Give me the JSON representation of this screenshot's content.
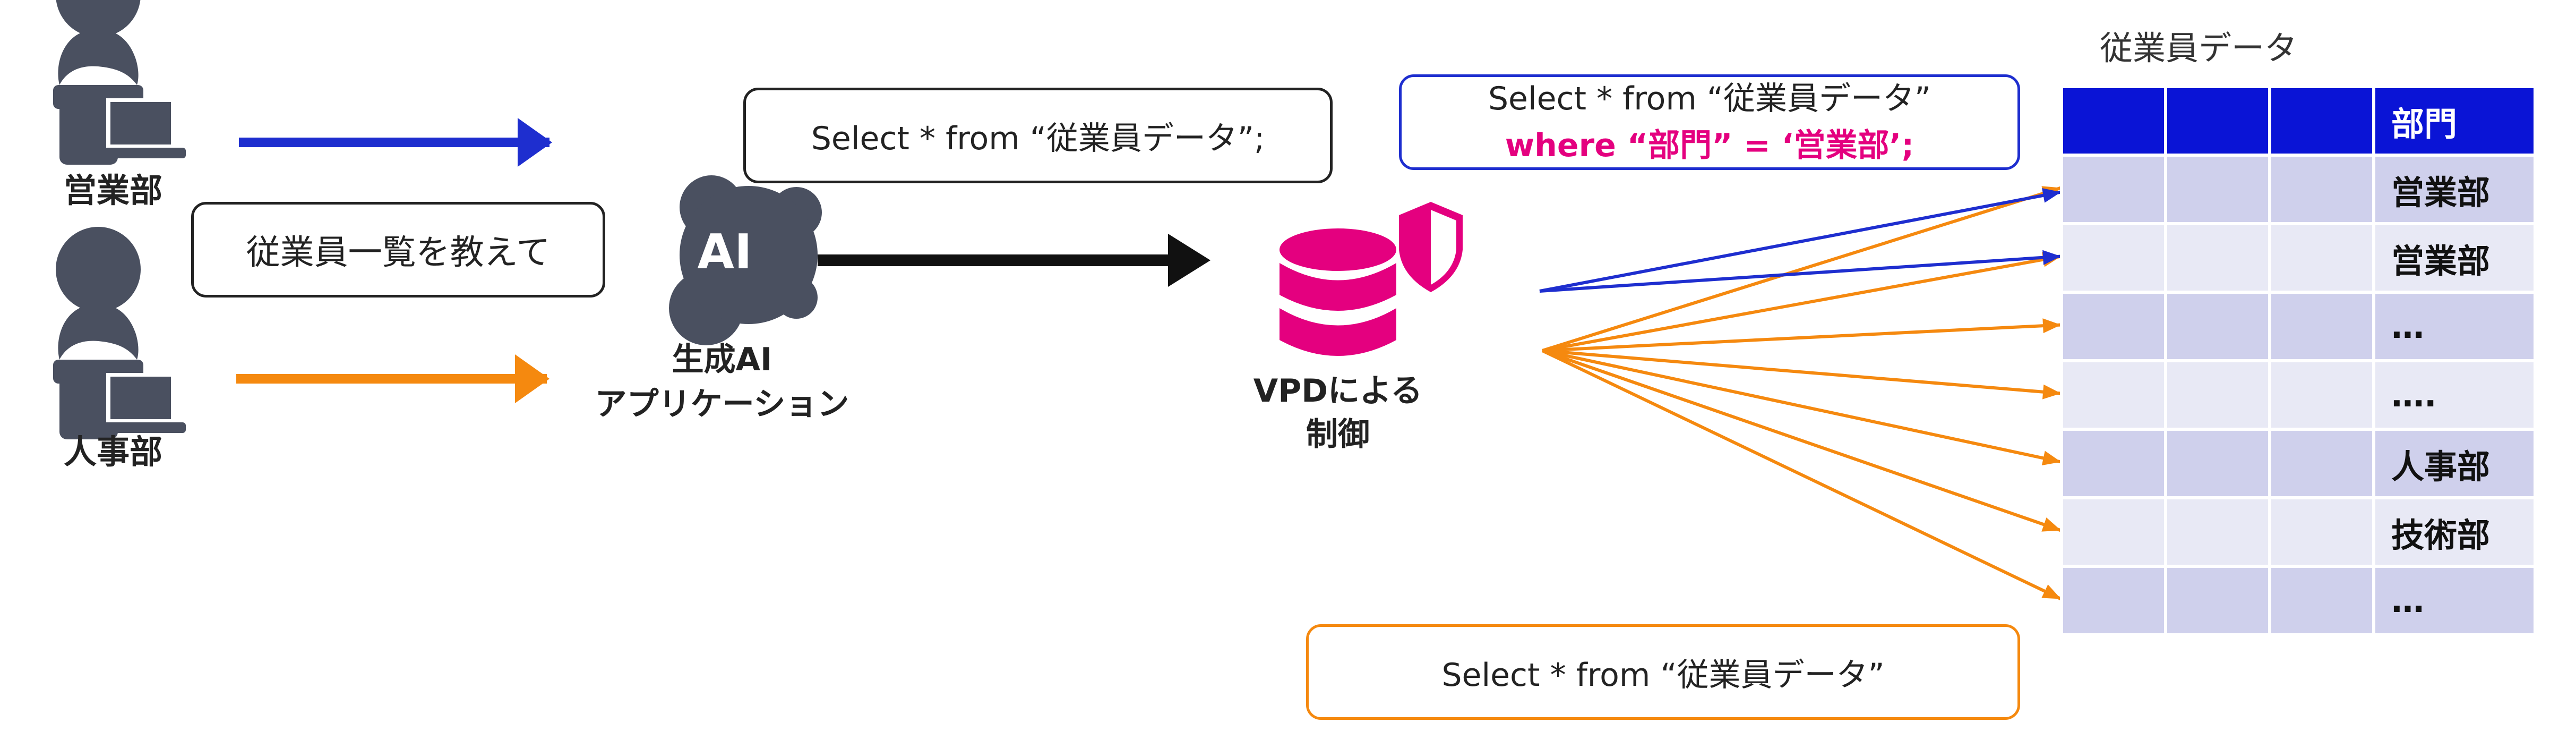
{
  "users": {
    "sales_label": "営業部",
    "hr_label": "人事部"
  },
  "prompt_box": "従業員一覧を教えて",
  "ai_app": {
    "icon_text": "AI",
    "label_line1": "生成AI",
    "label_line2": "アプリケーション"
  },
  "sql_generic_top": "Select * from “従業員データ”;",
  "sql_filtered": {
    "line1": "Select * from “従業員データ”",
    "line2": "where “部門” = ‘営業部’;"
  },
  "sql_generic_bottom": "Select * from “従業員データ”",
  "vpd": {
    "label_line1": "VPDによる",
    "label_line2": "制御"
  },
  "table": {
    "title": "従業員データ",
    "header": "部門",
    "rows": [
      "営業部",
      "営業部",
      "…",
      "….",
      "人事部",
      "技術部",
      "…"
    ]
  },
  "colors": {
    "sales_blue": "#1e2ecf",
    "hr_orange": "#f5890f",
    "vpd_pink": "#e4007f",
    "icon_gray": "#4a5060",
    "table_header": "#0a14d6"
  },
  "icons": [
    "user-laptop-icon",
    "ai-app-icon",
    "database-icon",
    "shield-icon"
  ]
}
